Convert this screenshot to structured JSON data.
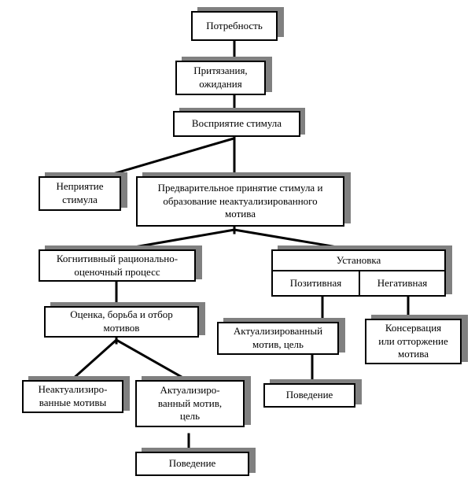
{
  "diagram": {
    "title_text": "",
    "colors": {
      "box_fill": "#ffffff",
      "box_border": "#000000",
      "shadow": "#808080",
      "edge": "#000000",
      "text": "#000000"
    },
    "nodes": [
      {
        "id": "potrebnost",
        "label": "Потребность"
      },
      {
        "id": "prityazaniya",
        "label": "Притязания,\nожидания"
      },
      {
        "id": "vospriyatie",
        "label": "Восприятие стимула"
      },
      {
        "id": "nepriyatie",
        "label": "Неприятие\nстимула"
      },
      {
        "id": "predvaritelnoe",
        "label": "Предварительное принятие стимула и\nобразование неактуализированного\nмотива"
      },
      {
        "id": "kognitivnyy",
        "label": "Когнитивный рационально-\nоценочный процесс"
      },
      {
        "id": "ustanovka",
        "label": "Установка",
        "cells": [
          {
            "id": "pozitivnaya",
            "label": "Позитивная"
          },
          {
            "id": "negativnaya",
            "label": "Негативная"
          }
        ]
      },
      {
        "id": "ocenka",
        "label": "Оценка, борьба и отбор\nмотивов"
      },
      {
        "id": "aktual_motiv_cel_right",
        "label": "Актуализированный\nмотив, цель"
      },
      {
        "id": "konservaciya",
        "label": "Консервация\nили отторжение\nмотива"
      },
      {
        "id": "neaktual_motivy",
        "label": "Неактуализиро-\nванные мотивы"
      },
      {
        "id": "aktual_motiv_cel_left",
        "label": "Актуализиро-\nванный мотив,\nцель"
      },
      {
        "id": "povedenie_right",
        "label": "Поведение"
      },
      {
        "id": "povedenie_bottom",
        "label": "Поведение"
      }
    ],
    "edges": [
      {
        "from": "potrebnost",
        "to": "prityazaniya",
        "kind": "vertical"
      },
      {
        "from": "prityazaniya",
        "to": "vospriyatie",
        "kind": "vertical"
      },
      {
        "from": "vospriyatie",
        "to": "nepriyatie",
        "kind": "diagonal"
      },
      {
        "from": "vospriyatie",
        "to": "predvaritelnoe",
        "kind": "vertical"
      },
      {
        "from": "predvaritelnoe",
        "to": "kognitivnyy",
        "kind": "diagonal"
      },
      {
        "from": "predvaritelnoe",
        "to": "ustanovka",
        "kind": "diagonal"
      },
      {
        "from": "kognitivnyy",
        "to": "ocenka",
        "kind": "vertical"
      },
      {
        "from": "pozitivnaya",
        "to": "aktual_motiv_cel_right",
        "kind": "vertical"
      },
      {
        "from": "negativnaya",
        "to": "konservaciya",
        "kind": "vertical"
      },
      {
        "from": "ocenka",
        "to": "neaktual_motivy",
        "kind": "diagonal"
      },
      {
        "from": "ocenka",
        "to": "aktual_motiv_cel_left",
        "kind": "diagonal"
      },
      {
        "from": "aktual_motiv_cel_right",
        "to": "povedenie_right",
        "kind": "vertical"
      },
      {
        "from": "aktual_motiv_cel_left",
        "to": "povedenie_bottom",
        "kind": "vertical"
      }
    ]
  }
}
